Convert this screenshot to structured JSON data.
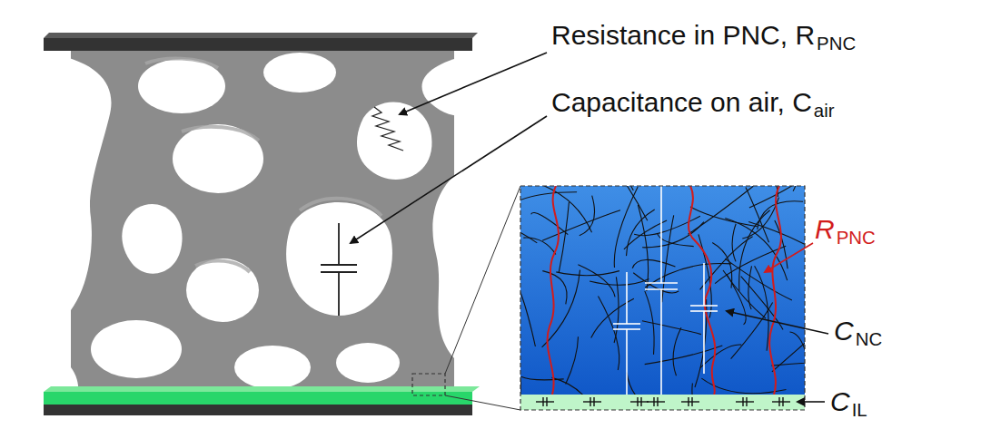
{
  "diagram": {
    "labels": [
      "Resistance in PNC, R",
      "PNC",
      "Capacitance on air, C",
      "air",
      "R",
      "PNC",
      "C",
      "NC",
      "C",
      "IL"
    ]
  }
}
